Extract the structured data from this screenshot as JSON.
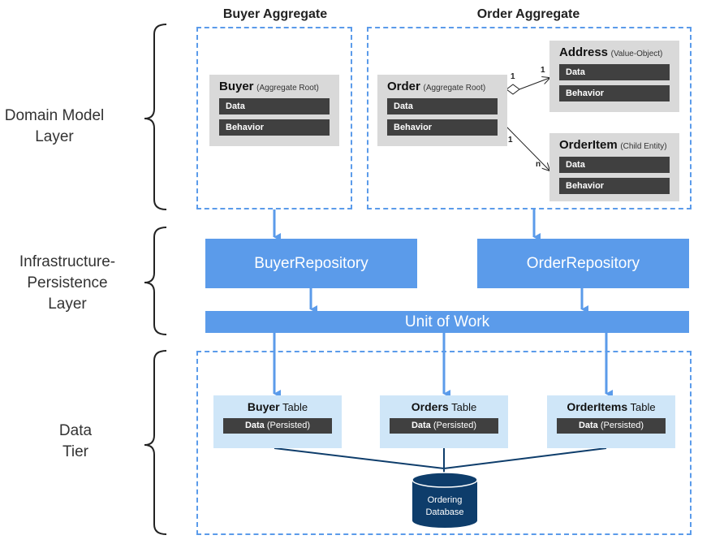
{
  "layers": {
    "domain": [
      "Domain Model",
      "Layer"
    ],
    "infra": [
      "Infrastructure-",
      "Persistence",
      "Layer"
    ],
    "data": [
      "Data",
      "Tier"
    ]
  },
  "aggregates": {
    "buyer_title": "Buyer Aggregate",
    "order_title": "Order Aggregate"
  },
  "entities": {
    "buyer": {
      "name": "Buyer",
      "note": "(Aggregate Root)",
      "data": "Data",
      "behavior": "Behavior"
    },
    "order": {
      "name": "Order",
      "note": "(Aggregate Root)",
      "data": "Data",
      "behavior": "Behavior"
    },
    "address": {
      "name": "Address",
      "note": "(Value-Object)",
      "data": "Data",
      "behavior": "Behavior"
    },
    "orderitem": {
      "name": "OrderItem",
      "note": "(Child Entity)",
      "data": "Data",
      "behavior": "Behavior"
    }
  },
  "multiplicity": {
    "order_address_from": "1",
    "order_address_to": "1",
    "order_item_from": "1",
    "order_item_to": "n"
  },
  "repositories": {
    "buyer": "BuyerRepository",
    "order": "OrderRepository",
    "unit_of_work": "Unit of Work"
  },
  "tables": {
    "buyer": {
      "name": "Buyer",
      "suffix": "Table",
      "data": "Data",
      "note": "(Persisted)"
    },
    "orders": {
      "name": "Orders",
      "suffix": "Table",
      "data": "Data",
      "note": "(Persisted)"
    },
    "orderitems": {
      "name": "OrderItems",
      "suffix": "Table",
      "data": "Data",
      "note": "(Persisted)"
    }
  },
  "database": [
    "Ordering",
    "Database"
  ],
  "colors": {
    "accent_blue": "#5b9bea",
    "light_blue": "#cfe6f8",
    "entity_gray": "#d9d9d9",
    "bar_dark": "#404040",
    "db_navy": "#0e3d6b"
  }
}
